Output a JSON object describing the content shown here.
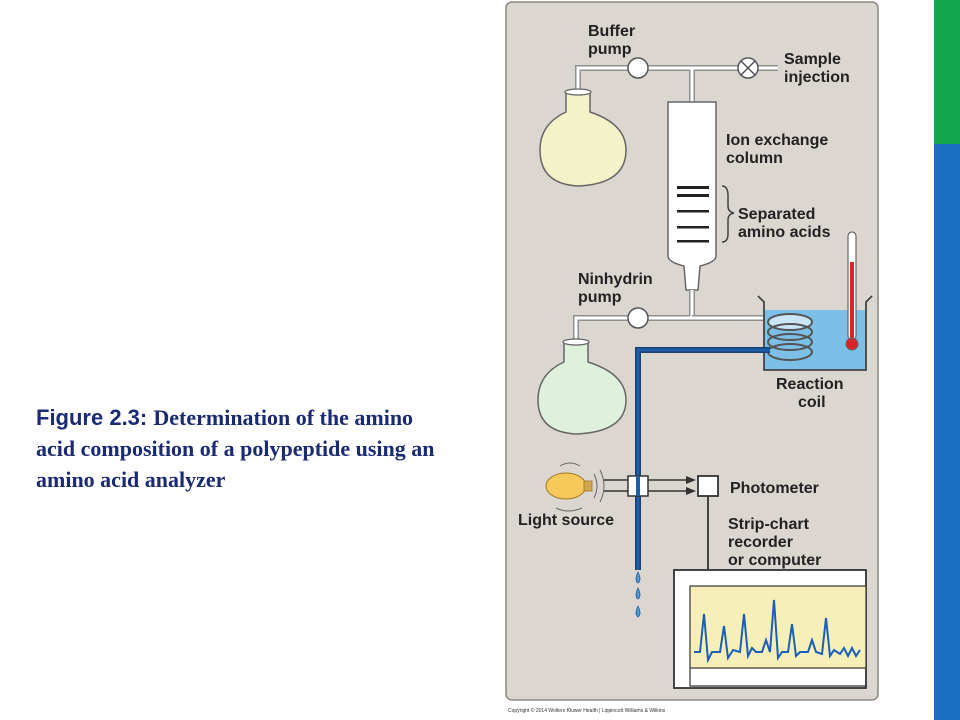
{
  "caption": {
    "figure_label": "Figure 2.3:",
    "description": "Determination of the amino acid composition of a polypeptide using an amino acid analyzer"
  },
  "diagram": {
    "buffer_pump": [
      "Buffer",
      "pump"
    ],
    "sample_injection": [
      "Sample",
      "injection"
    ],
    "ion_exchange_column": [
      "Ion exchange",
      "column"
    ],
    "separated_amino_acids": [
      "Separated",
      "amino acids"
    ],
    "ninhydrin_pump": [
      "Ninhydrin",
      "pump"
    ],
    "reaction_coil": [
      "Reaction",
      "coil"
    ],
    "photometer": "Photometer",
    "light_source": "Light source",
    "recorder": [
      "Strip-chart",
      "recorder",
      "or computer"
    ],
    "copyright": "Copyright © 2014 Wolters Kluwer Health | Lippincott Williams & Wilkins"
  },
  "colors": {
    "panel_bg": "#dcd6d1",
    "accent_green": "#12a650",
    "accent_blue": "#1b6ec2",
    "caption_text": "#1a2a73",
    "tube_blue": "#1a5fa8",
    "bath_blue": "#7cc0e8",
    "thermometer_red": "#d9252a",
    "chart_paper": "#f6f0b8",
    "buffer_flask": "#f4f2c8",
    "ninhydrin_flask": "#dff0dc"
  }
}
